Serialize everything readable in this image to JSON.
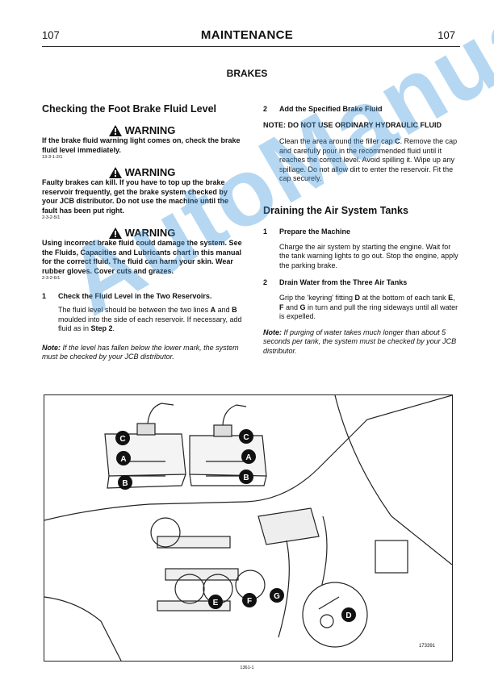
{
  "header": {
    "page_left": "107",
    "title": "MAINTENANCE",
    "page_right": "107"
  },
  "section": "BRAKES",
  "left": {
    "heading": "Checking the Foot Brake Fluid Level",
    "warnings": [
      {
        "label": "WARNING",
        "text": "If the brake fluid warning light comes on, check the brake fluid level immediately.",
        "code": "13-3-1-2/1"
      },
      {
        "label": "WARNING",
        "text": "Faulty brakes can kill. If you have to top up the brake reservoir frequently, get the brake system checked by your JCB distributor. Do not use the machine until the fault has been put right.",
        "code": "2-3-2-5/1"
      },
      {
        "label": "WARNING",
        "text": "Using incorrect brake fluid could damage the system. See the Fluids, Capacities and Lubricants chart in this manual for the correct fluid. The fluid can harm your skin. Wear rubber gloves. Cover cuts and grazes.",
        "code": "2-3-2-6/1"
      }
    ],
    "step1": {
      "num": "1",
      "title": "Check the Fluid Level in the Two Reservoirs."
    },
    "step1_text": {
      "a": "The fluid level should be between the two lines ",
      "A": "A",
      "b": " and ",
      "B": "B",
      "c": " moulded into the side of each reservoir. If necessary, add fluid as in ",
      "step": "Step 2",
      "d": "."
    },
    "note": {
      "label": "Note:",
      "text": " If the level has fallen below the lower mark, the system must be checked by your JCB distributor."
    }
  },
  "right": {
    "step2": {
      "num": "2",
      "title": "Add the Specified Brake Fluid"
    },
    "step2_note": "NOTE: DO NOT USE ORDINARY HYDRAULIC FLUID",
    "step2_text": {
      "a": "Clean the area around the filler cap ",
      "C": "C",
      "b": ". Remove the cap and carefully pour in the recommended fluid until it reaches the correct level. Avoid spilling it. Wipe up any spillage. Do not allow dirt to enter the reservoir. Fit the cap securely."
    },
    "heading": "Draining the Air System Tanks",
    "d1": {
      "num": "1",
      "title": "Prepare the Machine"
    },
    "d1_text": "Charge the air system by starting the engine. Wait for the tank warning lights to go out. Stop the engine, apply the parking brake.",
    "d2": {
      "num": "2",
      "title": "Drain Water from the Three Air Tanks"
    },
    "d2_text": {
      "a": "Grip the 'keyring' fitting ",
      "D": "D",
      "b": " at the bottom of each tank ",
      "E": "E",
      "c": ", ",
      "F": "F",
      "d": " and ",
      "G": "G",
      "e": " in turn and pull the ring sideways until all water is expelled."
    },
    "note": {
      "label": "Note:",
      "text": " If purging of water takes much longer than about 5 seconds per tank, the system must be checked by your JCB distributor."
    }
  },
  "figure": {
    "callouts": [
      "C",
      "C",
      "A",
      "A",
      "B",
      "B",
      "E",
      "F",
      "G",
      "D"
    ],
    "ref": "173391"
  },
  "footer": "1361-1",
  "watermark": "AutoManual"
}
